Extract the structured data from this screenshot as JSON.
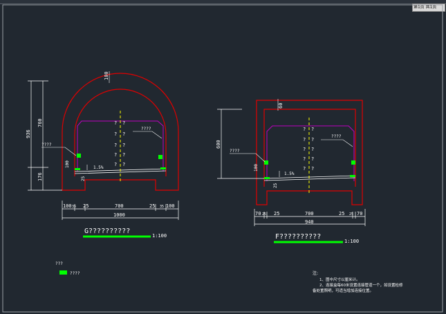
{
  "pager": {
    "current": "第1页",
    "total": "共1页"
  },
  "drawing_g": {
    "title": "G??????????",
    "scale": "1:100",
    "dim_height_total": "936",
    "dim_height_upper": "760",
    "dim_height_lower": "176",
    "dim_top_offset": "100",
    "dim_bottom_row": [
      "100",
      "25",
      "700",
      "25",
      "100"
    ],
    "dim_bottom_small": "35",
    "dim_bottom_small_r": "35",
    "dim_total_width": "1000",
    "dim_side_100": "100",
    "dim_side_25": "25",
    "slope": "1.5%",
    "label_left": "????",
    "label_right": "????",
    "marks": [
      "?",
      "?",
      "?",
      "?",
      "?",
      "?",
      "?",
      "?",
      "?",
      "?"
    ]
  },
  "drawing_f": {
    "title": "F??????????",
    "scale": "1:100",
    "dim_height": "600",
    "dim_top_offset": "60",
    "dim_bottom_row": [
      "70",
      "25",
      "700",
      "25",
      "70"
    ],
    "dim_bottom_small": "25",
    "dim_bottom_small_r": "25",
    "dim_total_width": "940",
    "dim_side_100": "100",
    "dim_side_25": "25",
    "slope": "1.5%",
    "label_left": "????",
    "label_right": "????",
    "marks": [
      "?",
      "?",
      "?",
      "?",
      "?",
      "?",
      "?",
      "?",
      "?",
      "?"
    ]
  },
  "legend": {
    "title": "???",
    "item": "????"
  },
  "notes": {
    "heading": "注:",
    "line1": "1、图中尺寸以厘米计。",
    "line2": "2、连接盒每60米设置连接管道一个，如设置检修",
    "line3": "备处置照明，可适当增加连接位置。"
  },
  "colors": {
    "red": "#e00000",
    "magenta": "#c000c0",
    "yellow": "#ffff00",
    "green": "#00ff00",
    "white": "#ffffff",
    "bg": "#212830"
  }
}
